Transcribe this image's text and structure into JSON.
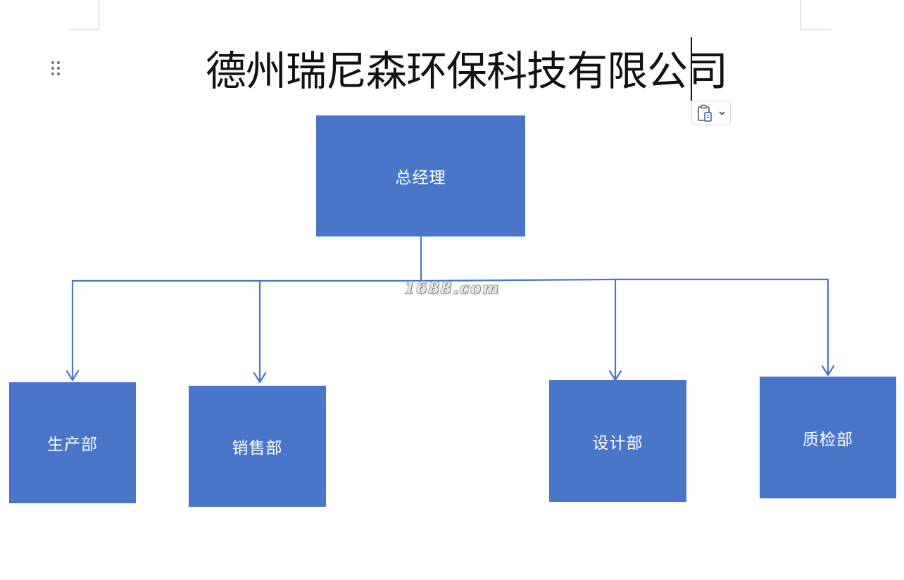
{
  "document": {
    "title": "德州瑞尼森环保科技有限公司"
  },
  "toolbar": {
    "paste_options_icon": "clipboard-icon",
    "paste_dropdown_icon": "chevron-down-icon",
    "drag_handle_icon": "drag-handle-icon"
  },
  "org_chart": {
    "root": {
      "label": "总经理"
    },
    "departments": [
      {
        "label": "生产部"
      },
      {
        "label": "销售部"
      },
      {
        "label": "设计部"
      },
      {
        "label": "质检部"
      }
    ],
    "colors": {
      "box_fill": "#4a76c9",
      "connector": "#4a76c9",
      "box_text": "#ffffff"
    }
  },
  "watermark": {
    "text": "1688.com"
  }
}
